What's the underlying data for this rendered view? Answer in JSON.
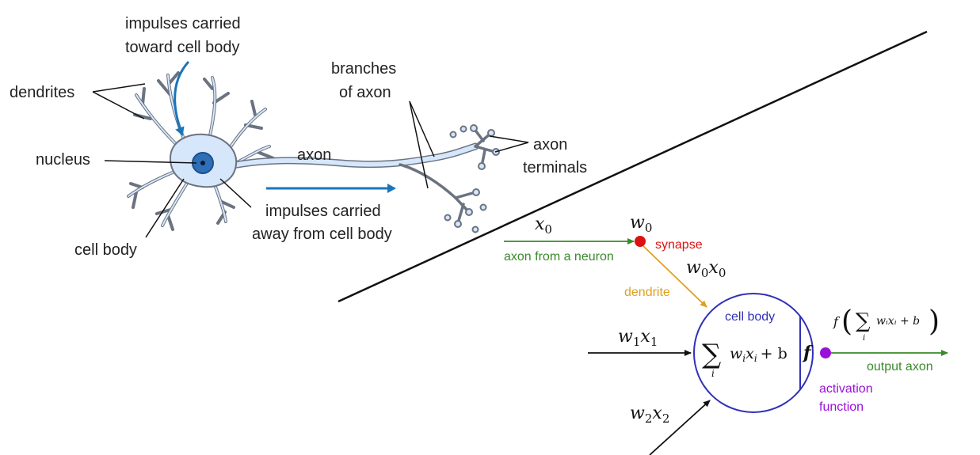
{
  "biological": {
    "labels": {
      "impulses_toward_1": "impulses carried",
      "impulses_toward_2": "toward cell body",
      "dendrites": "dendrites",
      "nucleus": "nucleus",
      "cell_body": "cell body",
      "axon": "axon",
      "branches_1": "branches",
      "branches_2": "of axon",
      "terminals_1": "axon",
      "terminals_2": "terminals",
      "impulses_away_1": "impulses carried",
      "impulses_away_2": "away from cell body"
    }
  },
  "mathematical": {
    "labels": {
      "x0": "x",
      "x0_sub": "0",
      "w0": "w",
      "w0_sub": "0",
      "synapse": "synapse",
      "axon_from_neuron": "axon from a neuron",
      "w0x0_w": "w",
      "w0x0_wsub": "0",
      "w0x0_x": "x",
      "w0x0_xsub": "0",
      "dendrite": "dendrite",
      "cell_body": "cell body",
      "w1x1_w": "w",
      "w1x1_wsub": "1",
      "w1x1_x": "x",
      "w1x1_xsub": "1",
      "w2x2_w": "w",
      "w2x2_wsub": "2",
      "w2x2_x": "x",
      "w2x2_xsub": "2",
      "sum_symbol": "∑",
      "sum_index": "i",
      "sum_term_w": "w",
      "sum_term_wsub": "i",
      "sum_term_x": "x",
      "sum_term_xsub": "i",
      "sum_plus_b": "+ b",
      "f_symbol": "f",
      "output_f": "f",
      "output_sum": "∑",
      "output_index": "i",
      "output_term": "wᵢxᵢ + b",
      "output_axon": "output axon",
      "activation_1": "activation",
      "activation_2": "function"
    }
  },
  "colors": {
    "axon_green": "#3a8a2a",
    "synapse_red": "#dd1111",
    "dendrite_orange": "#e0a020",
    "cell_body_blue": "#3030b8",
    "activation_purple": "#9a10d8",
    "neuron_fill": "#d6e6fb",
    "neuron_stroke": "#666666",
    "nucleus_fill": "#2f6fb8",
    "arrow_blue": "#1b75bb"
  }
}
